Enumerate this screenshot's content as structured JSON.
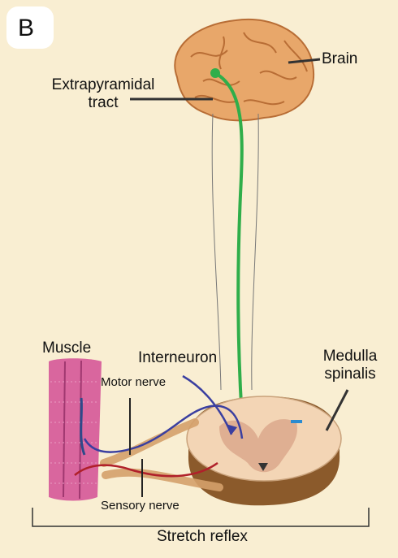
{
  "panel_letter": "B",
  "labels": {
    "brain": "Brain",
    "extrapyramidal_line1": "Extrapyramidal",
    "extrapyramidal_line2": "tract",
    "muscle": "Muscle",
    "interneuron": "Interneuron",
    "motor_nerve": "Motor nerve",
    "medulla_line1": "Medulla",
    "medulla_line2": "spinalis",
    "sensory_nerve": "Sensory nerve",
    "stretch_reflex": "Stretch reflex"
  },
  "colors": {
    "background": "#f9eed2",
    "panel_box": "#ffffff",
    "brain": "#e8a76a",
    "tract_green": "#2fae4a",
    "motor_blue": "#3a3fa0",
    "sensory_red": "#b0202a",
    "muscle_pink": "#d9669e",
    "cord_tan": "#f3d5b5"
  }
}
